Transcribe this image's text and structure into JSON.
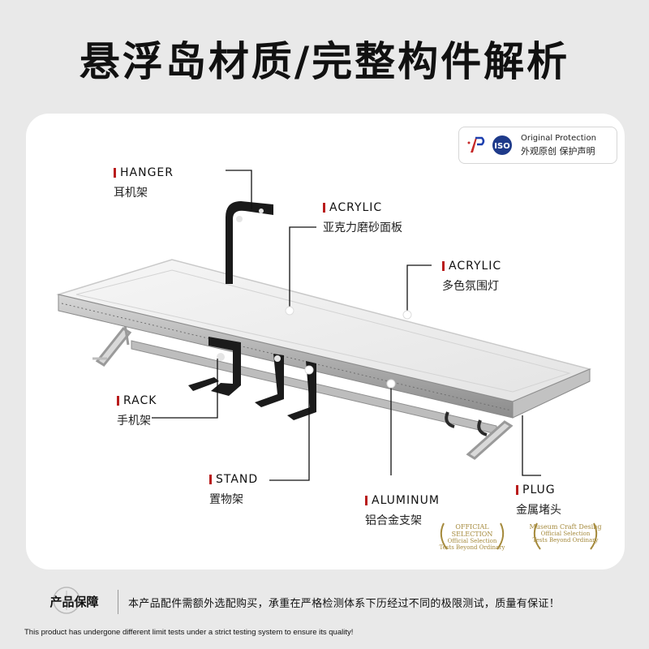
{
  "header": {
    "title": "悬浮岛材质/完整构件解析"
  },
  "badge": {
    "iso_text": "ISO",
    "line1": "Original Protection",
    "line2": "外观原创 保护声明"
  },
  "labels": {
    "hanger": {
      "en": "HANGER",
      "zh": "耳机架"
    },
    "acrylic_panel": {
      "en": "ACRYLIC",
      "zh": "亚克力磨砂面板"
    },
    "acrylic_light": {
      "en": "ACRYLIC",
      "zh": "多色氛围灯"
    },
    "rack": {
      "en": "RACK",
      "zh": "手机架"
    },
    "stand": {
      "en": "STAND",
      "zh": "置物架"
    },
    "aluminum": {
      "en": "ALUMINUM",
      "zh": "铝合金支架"
    },
    "plug": {
      "en": "PLUG",
      "zh": "金属堵头"
    }
  },
  "awards": [
    {
      "title": "OFFICIAL SELECTION",
      "subtitle1": "Official Selection",
      "subtitle2": "Tests Beyond Ordinary"
    },
    {
      "title": "Museum Craft Desing",
      "subtitle1": "Official Selection",
      "subtitle2": "Tests Beyond Ordinary"
    }
  ],
  "guarantee": {
    "label": "产品保障",
    "text": "本产品配件需额外选配购买，承重在严格检测体系下历经过不同的极限测试，质量有保证！"
  },
  "footnote": "This product has undergone different limit tests under a strict testing system to ensure its quality!",
  "colors": {
    "accent": "#b91c1c",
    "gold": "#a58a3c",
    "background": "#e9e9e9"
  }
}
